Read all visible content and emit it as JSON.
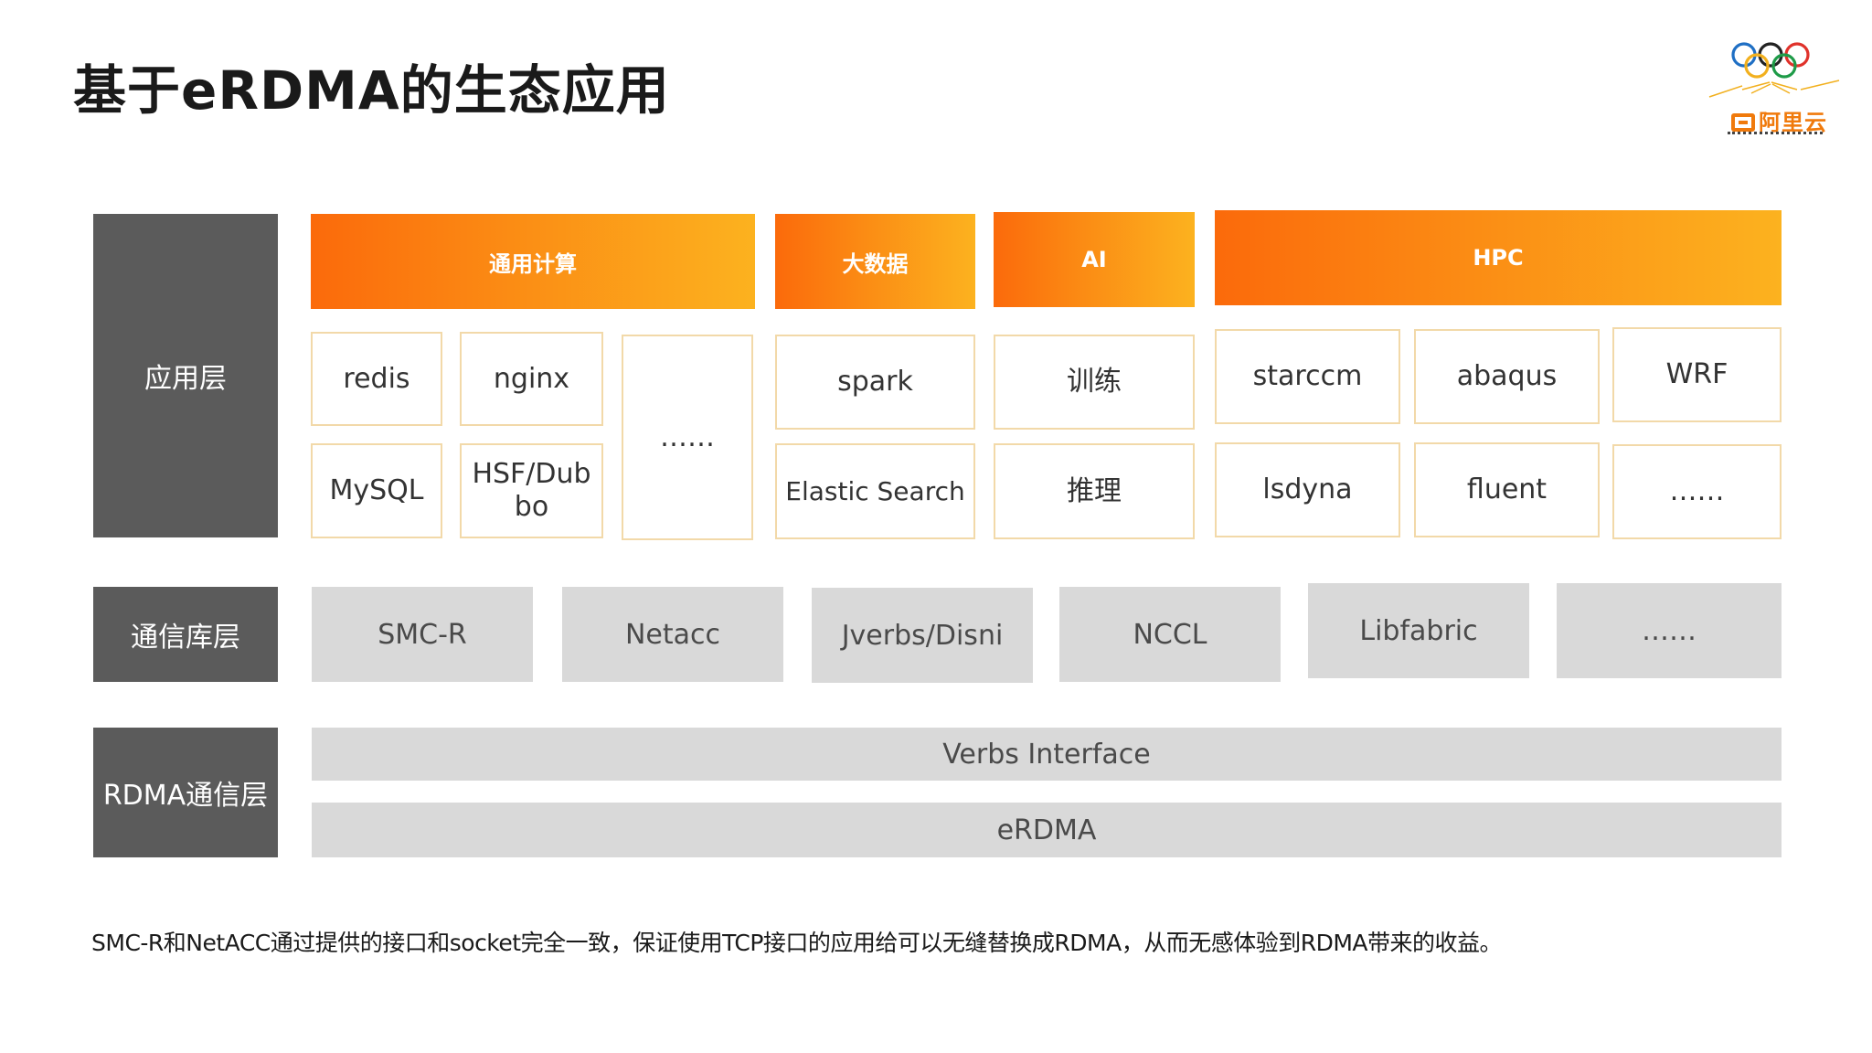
{
  "title": "基于eRDMA的生态应用",
  "logo": {
    "text": "阿里云",
    "icon": "olympic-rings-icon"
  },
  "layers": {
    "app": "应用层",
    "lib": "通信库层",
    "rdma": "RDMA通信层"
  },
  "categories": {
    "general": "通用计算",
    "bigdata": "大数据",
    "ai": "AI",
    "hpc": "HPC"
  },
  "apps": {
    "redis": "redis",
    "nginx": "nginx",
    "general_more": "……",
    "mysql": "MySQL",
    "hsf_dubbo": "HSF/Dubbo",
    "spark": "spark",
    "elastic": "Elastic Search",
    "train": "训练",
    "infer": "推理",
    "starccm": "starccm",
    "abaqus": "abaqus",
    "wrf": "WRF",
    "lsdyna": "lsdyna",
    "fluent": "fluent",
    "hpc_more": "……"
  },
  "libs": [
    "SMC-R",
    "Netacc",
    "Jverbs/Disni",
    "NCCL",
    "Libfabric",
    "……"
  ],
  "rdma": {
    "verbs": "Verbs Interface",
    "erdma": "eRDMA"
  },
  "footnote": "SMC-R和NetACC通过提供的接口和socket完全一致，保证使用TCP接口的应用给可以无缝替换成RDMA，从而无感体验到RDMA带来的收益。",
  "colors": {
    "accent_start": "#fb6a0b",
    "accent_end": "#fcb21f",
    "layer_label_bg": "#5b5b5b",
    "lib_bg": "#d9d9d9",
    "app_border": "#f2d9a9"
  }
}
